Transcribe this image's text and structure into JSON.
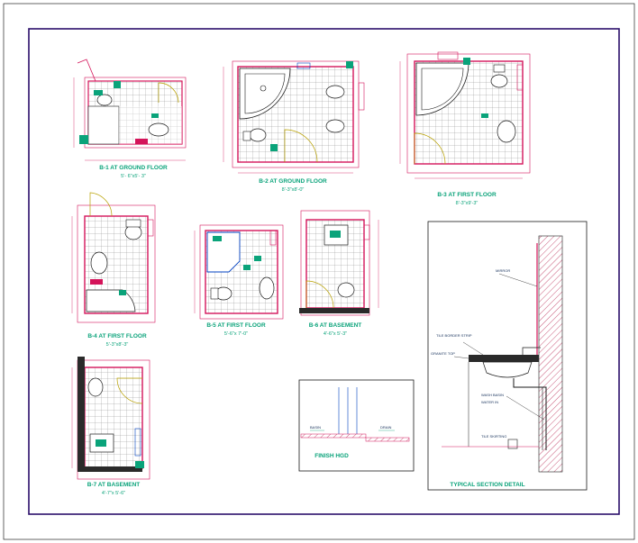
{
  "drawing": {
    "colors": {
      "border": "#2b0f6b",
      "wall": "#d4145a",
      "tile": "#7a7a7a",
      "fixture": "#1a1a1a",
      "label": "#0aa37a",
      "accent": "#0040c0",
      "door": "#b8a000"
    },
    "plans": [
      {
        "id": "b1",
        "title": "B-1 AT GROUND FLOOR",
        "size": "5'- 6\"x5'- 3\""
      },
      {
        "id": "b2",
        "title": "B-2 AT GROUND FLOOR",
        "size": "8'-3\"x8'-0\""
      },
      {
        "id": "b3",
        "title": "B-3 AT FIRST FLOOR",
        "size": "8'-3\"x9'-3\""
      },
      {
        "id": "b4",
        "title": "B-4 AT FIRST FLOOR",
        "size": "5'-3\"x8'-3\""
      },
      {
        "id": "b5",
        "title": "B-5 AT FIRST FLOOR",
        "size": "5'-6\"x 7'-0\""
      },
      {
        "id": "b6",
        "title": "B-6 AT BASEMENT",
        "size": "4'-6\"x 5'-3\""
      },
      {
        "id": "b7",
        "title": "B-7 AT BASEMENT",
        "size": "4'-7\"x 5'-6\""
      }
    ],
    "details": {
      "finish_title": "FINISH HGD",
      "finish_a": "BASIN",
      "finish_b": "DRAIN",
      "section_title": "TYPICAL SECTION DETAIL",
      "notes": [
        "MIRROR",
        "TILE BORDER STRIP",
        "GRANITE TOP",
        "WASH BASIN",
        "WATER IN",
        "TILE SKIRTING"
      ]
    }
  }
}
